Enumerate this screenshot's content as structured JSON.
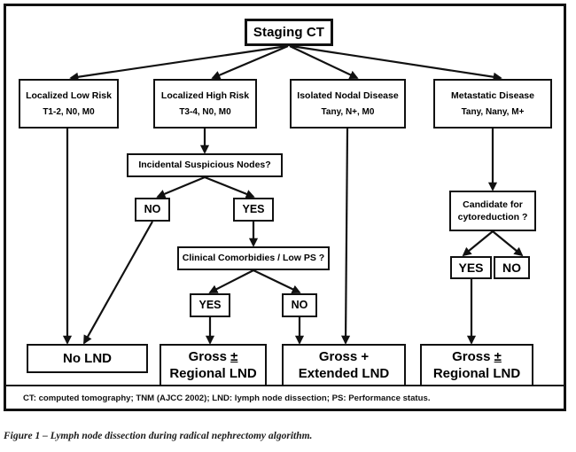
{
  "figure": {
    "caption_label": "Figure 1",
    "caption_dash": " – ",
    "caption_text": "Lymph node dissection during radical nephrectomy algorithm.",
    "footnote": "CT: computed tomography; TNM (AJCC 2002); LND: lymph node dissection; PS: Performance status."
  },
  "colors": {
    "frame": "#111111",
    "box_border": "#111111",
    "background": "#ffffff",
    "text": "#000000",
    "connector": "#111111"
  },
  "nodes": {
    "root": {
      "label": "Staging CT"
    },
    "stages": [
      {
        "line1": "Localized Low Risk",
        "line2": "T1-2, N0, M0"
      },
      {
        "line1": "Localized High Risk",
        "line2": "T3-4, N0, M0"
      },
      {
        "line1": "Isolated Nodal Disease",
        "line2": "Tany, N+, M0"
      },
      {
        "line1": "Metastatic Disease",
        "line2": "Tany, Nany, M+"
      }
    ],
    "incidental_question": {
      "label": "Incidental Suspicious Nodes?"
    },
    "incidental_no": {
      "label": "NO"
    },
    "incidental_yes": {
      "label": "YES"
    },
    "comorbidity_question": {
      "label": "Clinical Comorbidies / Low PS ?"
    },
    "comorbidity_yes": {
      "label": "YES"
    },
    "comorbidity_no": {
      "label": "NO"
    },
    "cytoreduction_question": {
      "line1": "Candidate for",
      "line2": "cytoreduction ?"
    },
    "cytoreduction_yes": {
      "label": "YES"
    },
    "cytoreduction_no": {
      "label": "NO"
    },
    "outcomes": [
      {
        "line1": "No LND",
        "line2": ""
      },
      {
        "line1": "Gross ±",
        "line2": "Regional LND"
      },
      {
        "line1": "Gross +",
        "line2": "Extended LND"
      },
      {
        "line1": "Gross ±",
        "line2": "Regional LND"
      }
    ]
  }
}
